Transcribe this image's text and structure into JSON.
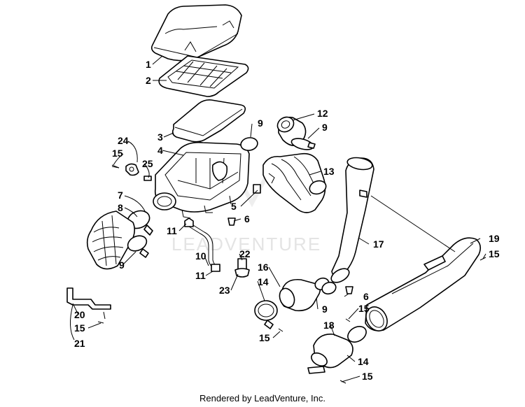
{
  "watermark": "LEADVENTURE",
  "credit": "Rendered by LeadVenture, Inc.",
  "callouts": [
    "1",
    "2",
    "3",
    "4",
    "5",
    "6",
    "6",
    "7",
    "8",
    "9",
    "9",
    "9",
    "9",
    "10",
    "11",
    "11",
    "12",
    "13",
    "14",
    "14",
    "15",
    "15",
    "15",
    "15",
    "15",
    "15",
    "16",
    "17",
    "18",
    "19",
    "20",
    "21",
    "22",
    "23",
    "24",
    "25"
  ]
}
